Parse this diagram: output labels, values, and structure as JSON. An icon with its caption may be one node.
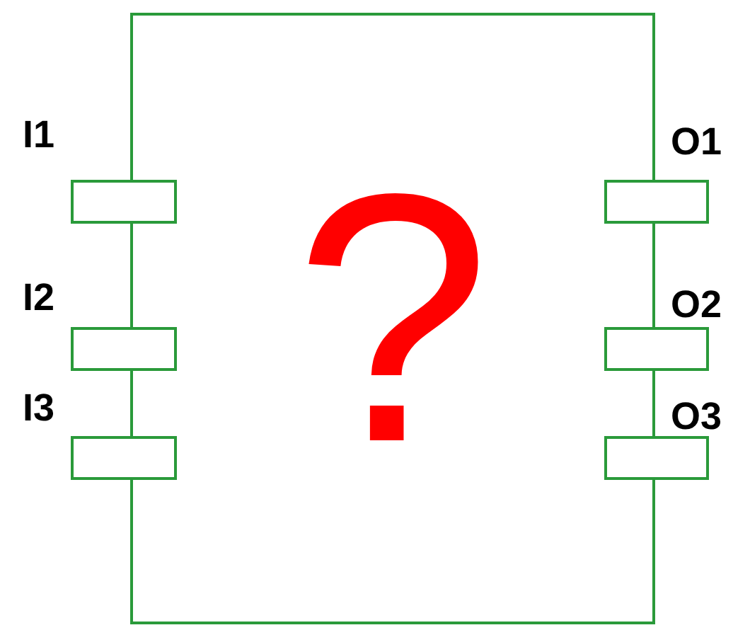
{
  "diagram": {
    "nodes": [
      {
        "text": [
          "?"
        ]
      },
      {
        "text": [],
        "shape": "box",
        "beside": [
          "I1"
        ]
      },
      {
        "text": [],
        "shape": "box",
        "beside": [
          "I2"
        ]
      },
      {
        "text": [],
        "shape": "box",
        "beside": [
          "I3"
        ]
      },
      {
        "text": [],
        "shape": "box",
        "beside": [
          "O1"
        ]
      },
      {
        "text": [],
        "shape": "box",
        "beside": [
          "O2"
        ]
      },
      {
        "text": [],
        "shape": "box",
        "beside": [
          "O3"
        ]
      }
    ]
  }
}
